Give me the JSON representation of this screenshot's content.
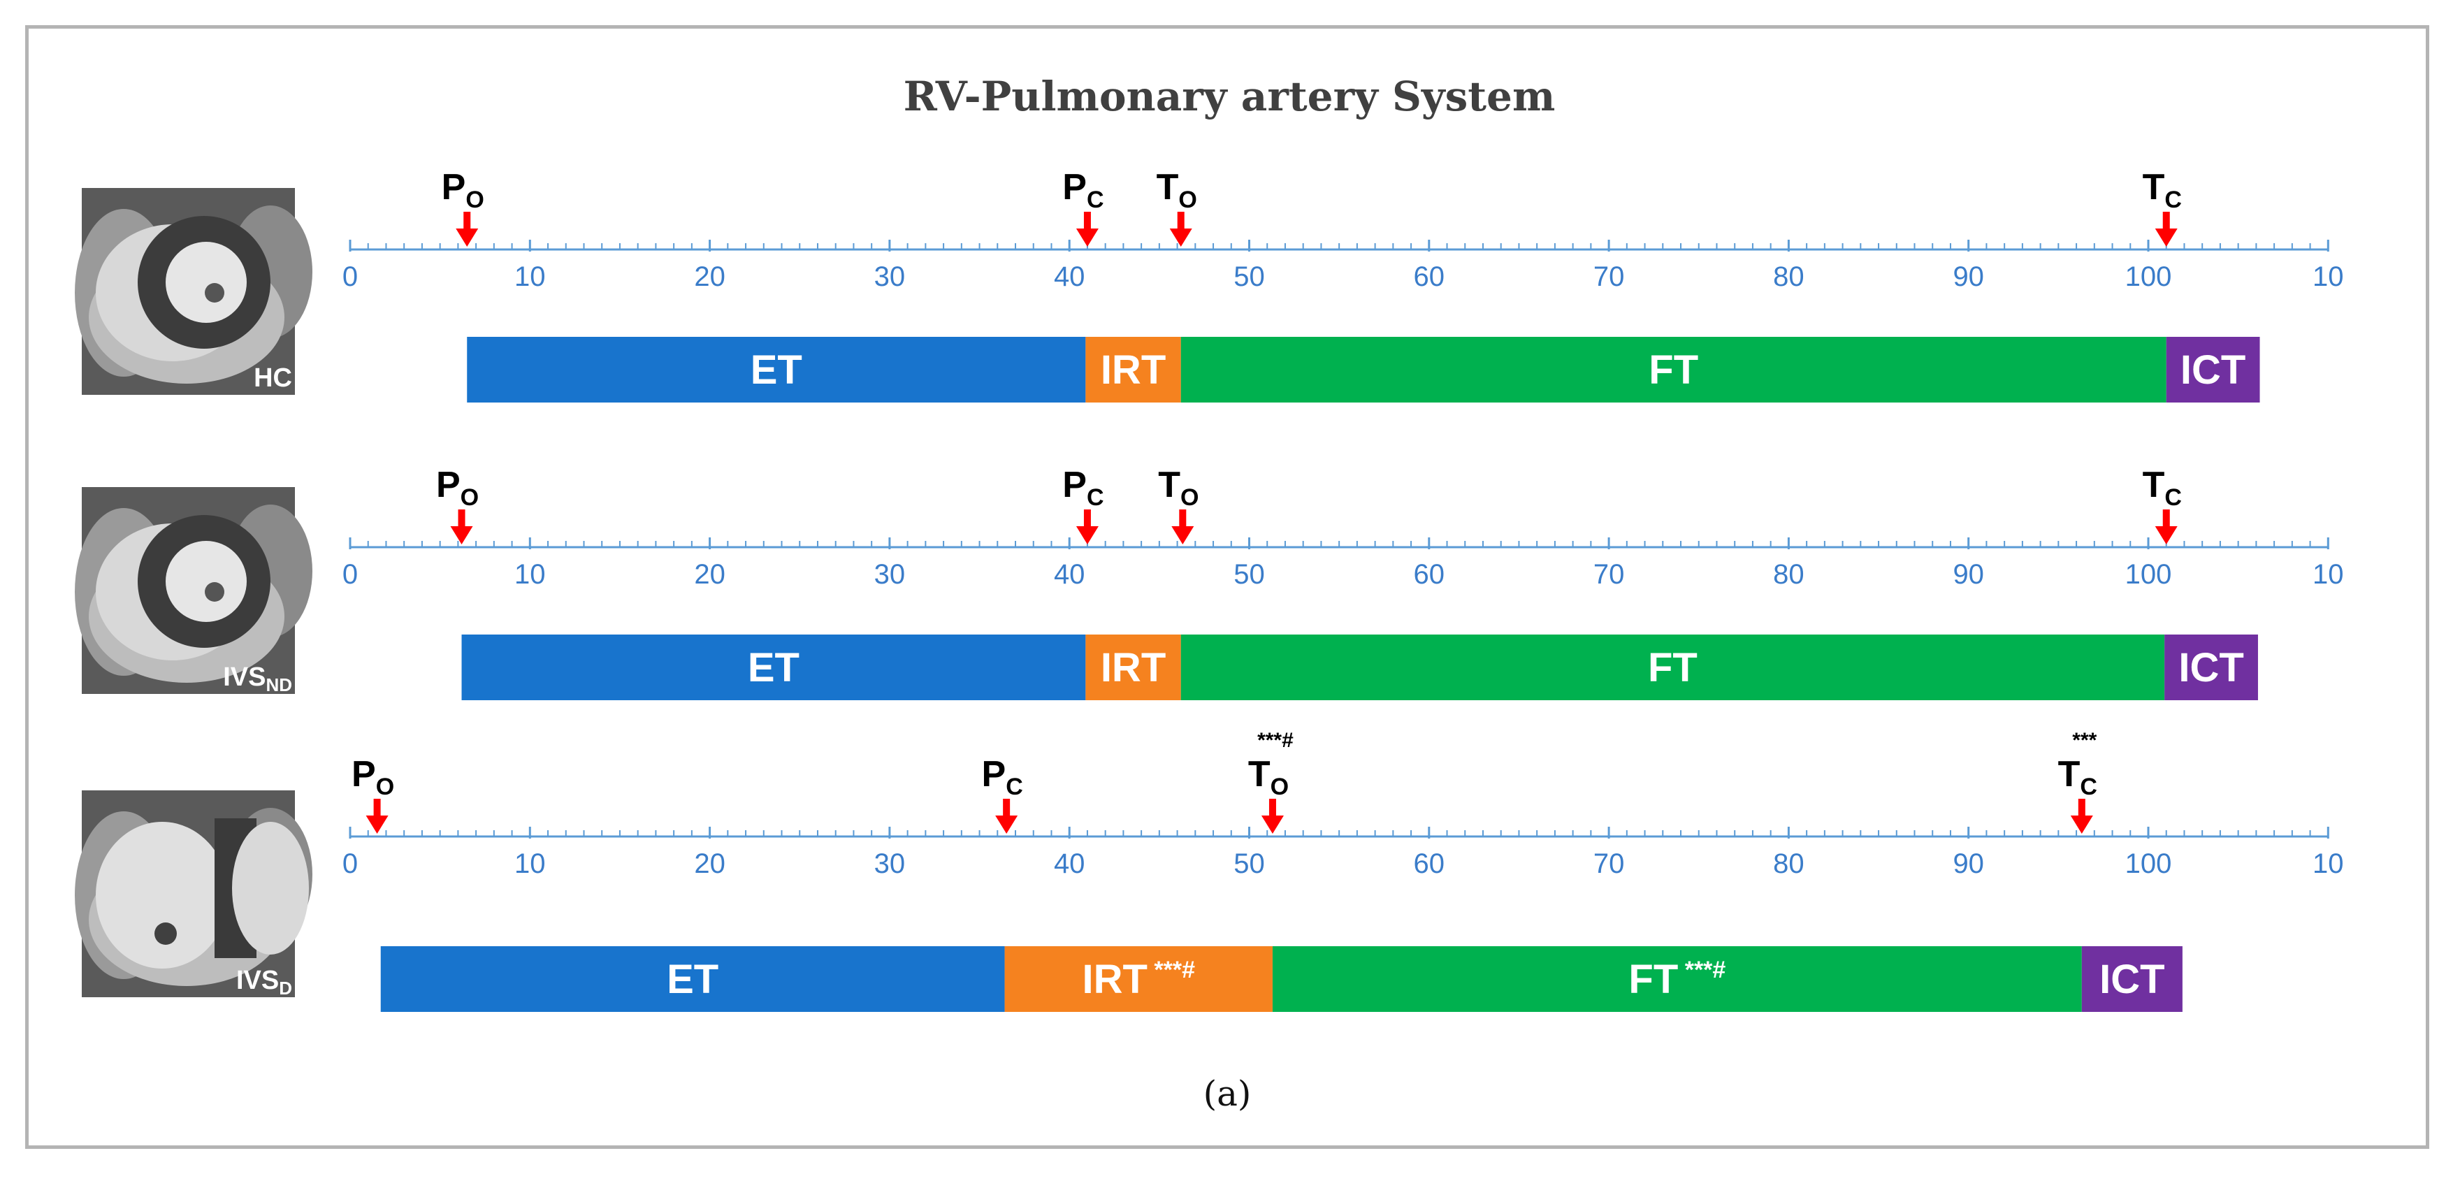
{
  "title": "RV-Pulmonary artery System",
  "caption": "(a)",
  "colors": {
    "ET": "#1874cd",
    "IRT": "#f5821f",
    "FT": "#00b14f",
    "ICT": "#7030a0",
    "axis": "#5b9bd5",
    "tick_label": "#3a7cc9",
    "arrow": "#ff0000"
  },
  "axis": {
    "min": 0,
    "max": 110,
    "major_step": 10,
    "minor_step": 1,
    "tick_labels": [
      "0",
      "10",
      "20",
      "30",
      "40",
      "50",
      "60",
      "70",
      "80",
      "90",
      "100",
      "10"
    ]
  },
  "rows": [
    {
      "group": "HC",
      "group_sub": "",
      "image_icon": "cardiac-mri-short-axis-image",
      "events": [
        {
          "letter": "P",
          "sub": "O",
          "value": 6.5,
          "sig": ""
        },
        {
          "letter": "P",
          "sub": "C",
          "value": 41,
          "sig": ""
        },
        {
          "letter": "T",
          "sub": "O",
          "value": 46.2,
          "sig": ""
        },
        {
          "letter": "T",
          "sub": "C",
          "value": 101,
          "sig": ""
        }
      ],
      "segments": [
        {
          "label": "ET",
          "sig": "",
          "start": 6.5,
          "end": 40.9
        },
        {
          "label": "IRT",
          "sig": "",
          "start": 40.9,
          "end": 46.2
        },
        {
          "label": "FT",
          "sig": "",
          "start": 46.2,
          "end": 101
        },
        {
          "label": "ICT",
          "sig": "",
          "start": 101,
          "end": 106.2
        }
      ]
    },
    {
      "group": "IVS",
      "group_sub": "ND",
      "image_icon": "cardiac-mri-short-axis-image",
      "events": [
        {
          "letter": "P",
          "sub": "O",
          "value": 6.2,
          "sig": ""
        },
        {
          "letter": "P",
          "sub": "C",
          "value": 41,
          "sig": ""
        },
        {
          "letter": "T",
          "sub": "O",
          "value": 46.3,
          "sig": ""
        },
        {
          "letter": "T",
          "sub": "C",
          "value": 101,
          "sig": ""
        }
      ],
      "segments": [
        {
          "label": "ET",
          "sig": "",
          "start": 6.2,
          "end": 40.9
        },
        {
          "label": "IRT",
          "sig": "",
          "start": 40.9,
          "end": 46.2
        },
        {
          "label": "FT",
          "sig": "",
          "start": 46.2,
          "end": 100.9
        },
        {
          "label": "ICT",
          "sig": "",
          "start": 100.9,
          "end": 106.1
        }
      ]
    },
    {
      "group": "IVS",
      "group_sub": "D",
      "image_icon": "cardiac-mri-short-axis-image",
      "events": [
        {
          "letter": "P",
          "sub": "O",
          "value": 1.5,
          "sig": ""
        },
        {
          "letter": "P",
          "sub": "C",
          "value": 36.5,
          "sig": ""
        },
        {
          "letter": "T",
          "sub": "O",
          "value": 51.3,
          "sig": "***#"
        },
        {
          "letter": "T",
          "sub": "C",
          "value": 96.3,
          "sig": "***"
        }
      ],
      "segments": [
        {
          "label": "ET",
          "sig": "",
          "start": 1.7,
          "end": 36.4
        },
        {
          "label": "IRT",
          "sig": "***#",
          "start": 36.4,
          "end": 51.3
        },
        {
          "label": "FT",
          "sig": "***#",
          "start": 51.3,
          "end": 96.3
        },
        {
          "label": "ICT",
          "sig": "",
          "start": 96.3,
          "end": 101.9
        }
      ]
    }
  ]
}
